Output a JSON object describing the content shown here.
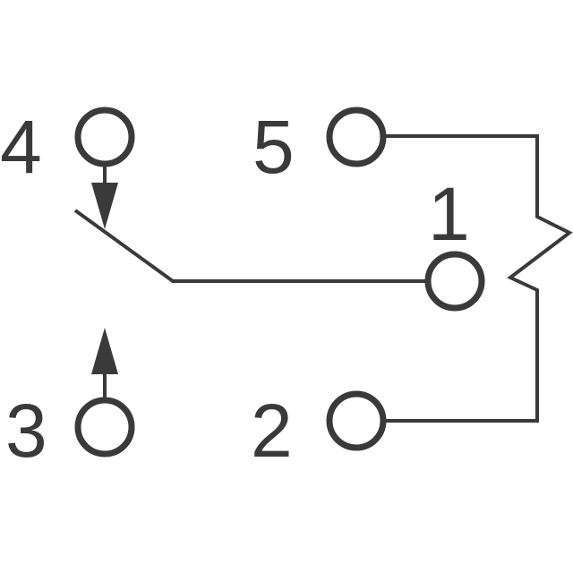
{
  "colors": {
    "line": "#3a3a3a",
    "background": "#ffffff"
  },
  "pins": {
    "p1": {
      "label": "1"
    },
    "p2": {
      "label": "2"
    },
    "p3": {
      "label": "3"
    },
    "p4": {
      "label": "4"
    },
    "p5": {
      "label": "5"
    }
  }
}
